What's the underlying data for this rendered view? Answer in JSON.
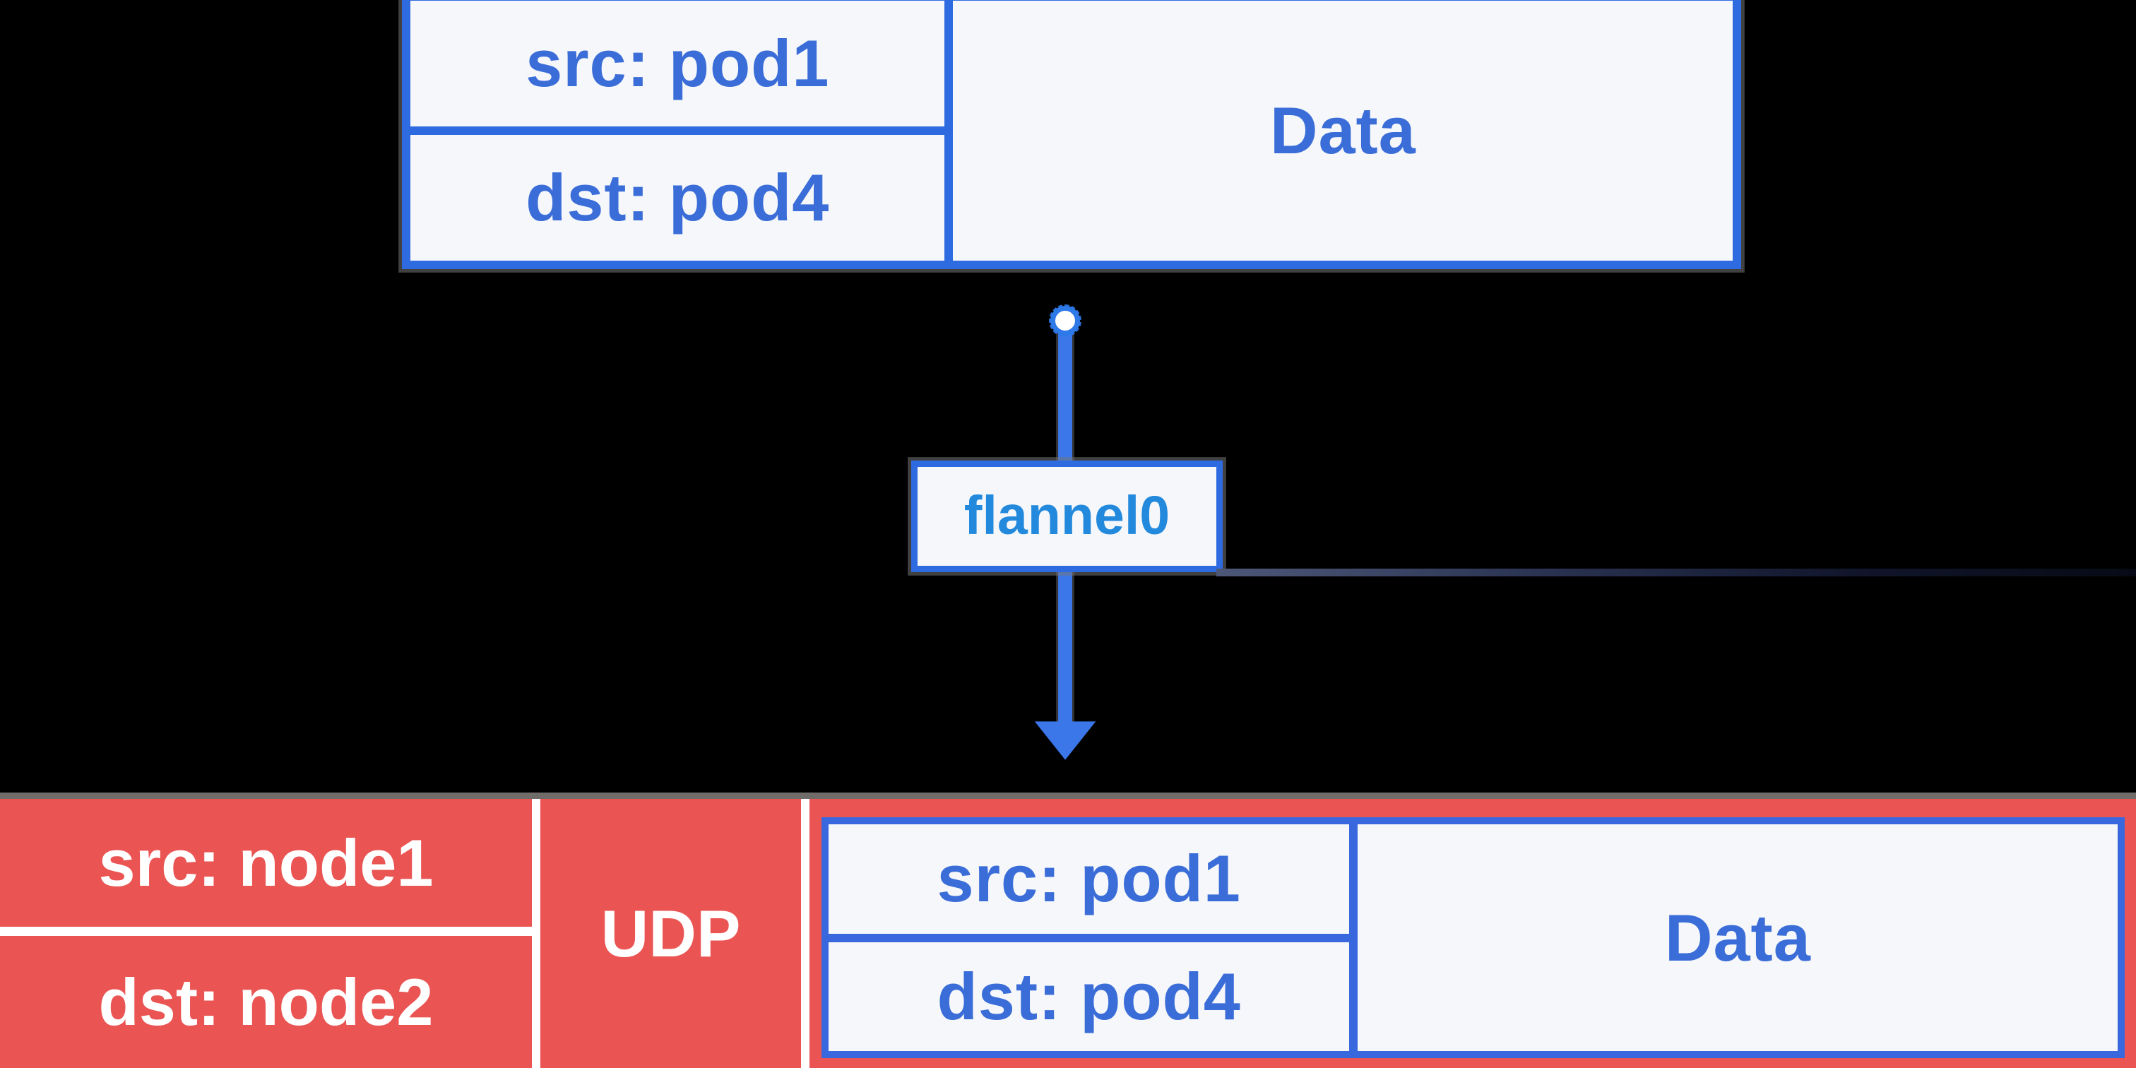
{
  "diagram": {
    "top_packet": {
      "src_label": "src: pod1",
      "dst_label": "dst: pod4",
      "data_label": "Data"
    },
    "interface": {
      "label": "flannel0"
    },
    "encapsulated_packet": {
      "src_label": "src: node1",
      "dst_label": "dst: node2",
      "protocol_label": "UDP",
      "inner_packet": {
        "src_label": "src: pod1",
        "dst_label": "dst: pod4",
        "data_label": "Data"
      }
    },
    "colors": {
      "background": "#000000",
      "packet_fill": "#F5F7FA",
      "packet_border_blue": "#2F6BE0",
      "packet_label_blue": "#3B6DD8",
      "interface_label_blue": "#2289DD",
      "encapsulation_red": "#EA5452",
      "divider_white": "#FFFFFF",
      "connector_blue": "#3B77E8",
      "top_border_gray": "#6F6C6A",
      "trailing_line_navy": "#4D5878"
    }
  }
}
